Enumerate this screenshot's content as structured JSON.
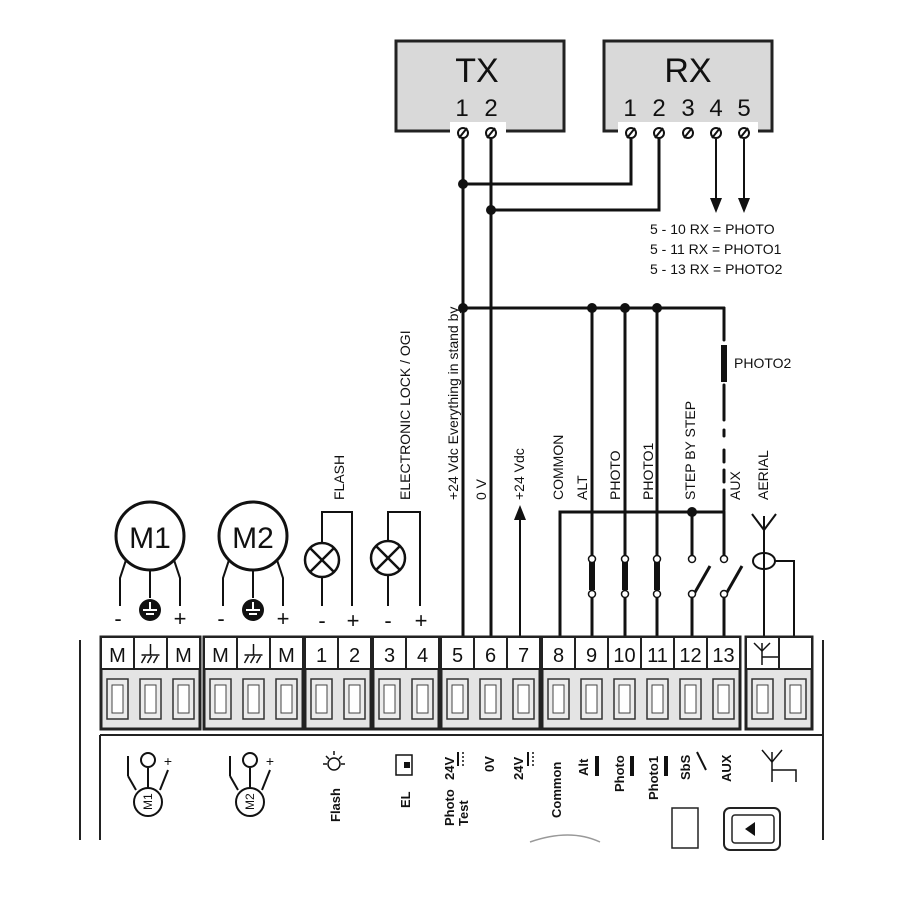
{
  "tx": {
    "title": "TX",
    "pins": [
      "1",
      "2"
    ]
  },
  "rx": {
    "title": "RX",
    "pins": [
      "1",
      "2",
      "3",
      "4",
      "5"
    ]
  },
  "rx_notes": [
    "5 - 10  RX = PHOTO",
    "5 - 11  RX = PHOTO1",
    "5 - 13  RX = PHOTO2"
  ],
  "photo2_label": "PHOTO2",
  "motors": [
    {
      "label": "M1",
      "minus": "-",
      "plus": "+"
    },
    {
      "label": "M2",
      "minus": "-",
      "plus": "+"
    }
  ],
  "vertical_labels": {
    "flash": "FLASH",
    "lock": "ELECTRONIC LOCK / OGI",
    "v24_standby": "+24 Vdc Everything in stand by",
    "zero_v": "0 V",
    "v24": "+24 Vdc",
    "common": "COMMON",
    "alt": "ALT",
    "photo": "PHOTO",
    "photo1": "PHOTO1",
    "sbs": "STEP BY STEP",
    "aux": "AUX",
    "aerial": "AERIAL"
  },
  "terminal_labels": [
    "M",
    "",
    "M",
    "M",
    "",
    "M",
    "1",
    "2",
    "3",
    "4",
    "5",
    "6",
    "7",
    "8",
    "9",
    "10",
    "11",
    "12",
    "13"
  ],
  "plus_minus": {
    "minus": "-",
    "plus": "+"
  },
  "bottom_labels": {
    "flash": "Flash",
    "el": "EL",
    "photo_test_1": "Photo",
    "photo_test_2": "Test",
    "photo_test_v": "24V",
    "zero_v": "0V",
    "v24": "24V",
    "common": "Common",
    "alt": "Alt",
    "photo": "Photo",
    "photo1": "Photo1",
    "sbs": "SbS",
    "aux": "AUX",
    "m1": "M1",
    "m2": "M2"
  },
  "icons": [
    "ground-icon",
    "lamp-icon",
    "antenna-icon",
    "switch-icon",
    "arrow-left-icon",
    "sun-icon",
    "lock-icon"
  ]
}
